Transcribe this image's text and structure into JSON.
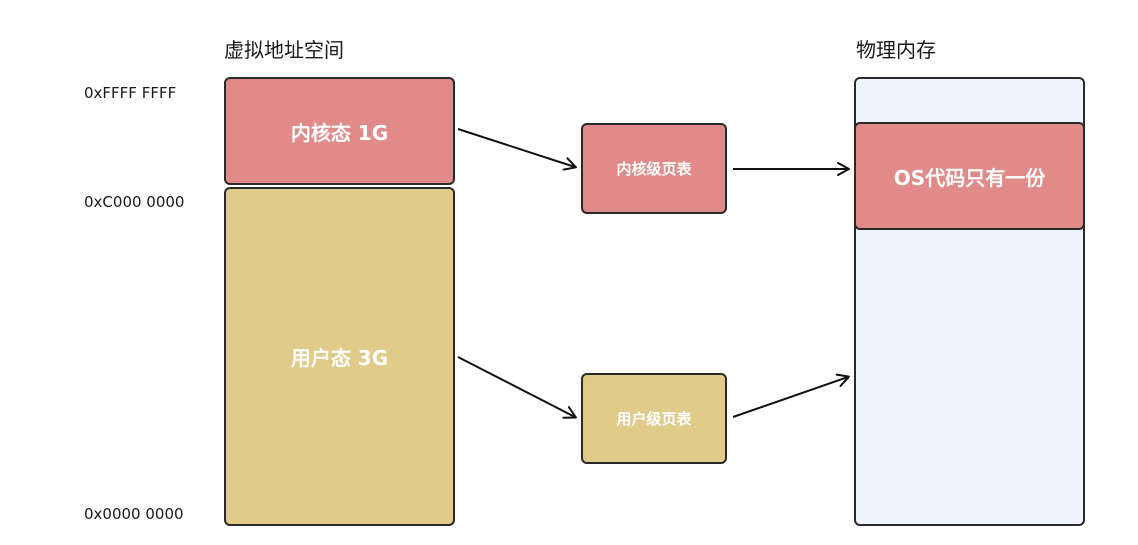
{
  "virtual_space": {
    "title": "虚拟地址空间",
    "kernel_region": "内核态 1G",
    "user_region": "用户态 3G"
  },
  "addresses": {
    "top": "0xFFFF FFFF",
    "middle": "0xC000 0000",
    "bottom": "0x0000 0000"
  },
  "page_tables": {
    "kernel": "内核级页表",
    "user": "用户级页表"
  },
  "physical_memory": {
    "title": "物理内存",
    "os_code": "OS代码只有一份"
  },
  "colors": {
    "kernel": "#e08a89",
    "user": "#e0cb8a",
    "physical": "#eef3fd",
    "border": "#2a2a2a"
  }
}
